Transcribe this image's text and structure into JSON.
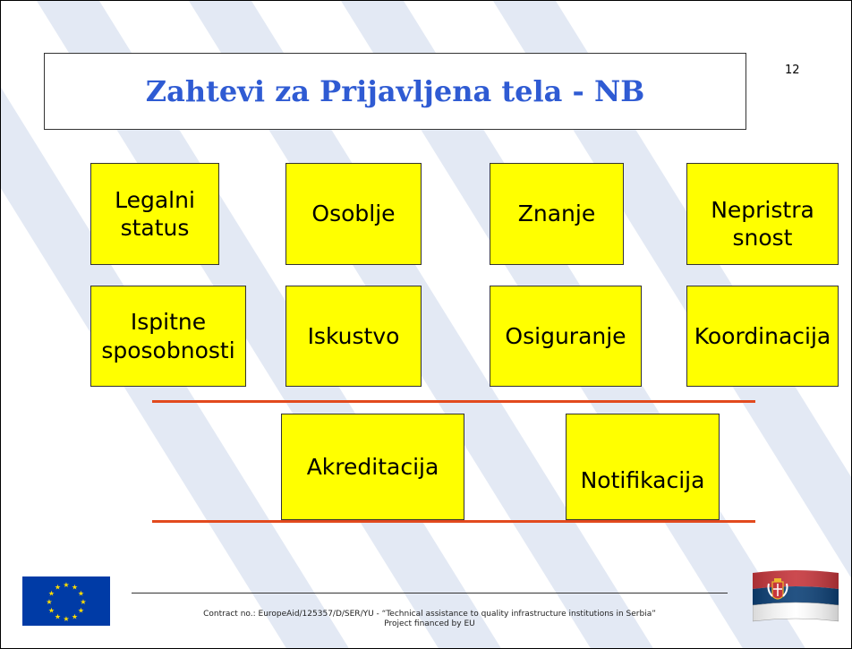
{
  "slide": {
    "title": "Zahtevi za Prijavljena tela - NB",
    "page_number": "12"
  },
  "requirements_row1": [
    {
      "label": "Legalni\nstatus"
    },
    {
      "label": "Osoblje"
    },
    {
      "label": "Znanje"
    },
    {
      "label": "Nepristra\nsnost"
    }
  ],
  "requirements_row2": [
    {
      "label": "Ispitne\nsposobnosti"
    },
    {
      "label": "Iskustvo"
    },
    {
      "label": "Osiguranje"
    },
    {
      "label": "Koordinacija"
    }
  ],
  "process": [
    {
      "label": "Akreditacija"
    },
    {
      "label": "Notifikacija"
    }
  ],
  "footer": {
    "line1": "Contract no.: EuropeAid/125357/D/SER/YU - “Technical assistance to quality infrastructure institutions in Serbia”",
    "line2": "Project financed by EU"
  },
  "colors": {
    "title": "#2f5bd3",
    "box_fill": "#ffff00",
    "rule": "#e24a1e",
    "stripe": "#dfe6f3"
  },
  "icons": {
    "eu_flag": "eu-flag-icon",
    "serbia_flag": "serbia-flag-icon"
  }
}
